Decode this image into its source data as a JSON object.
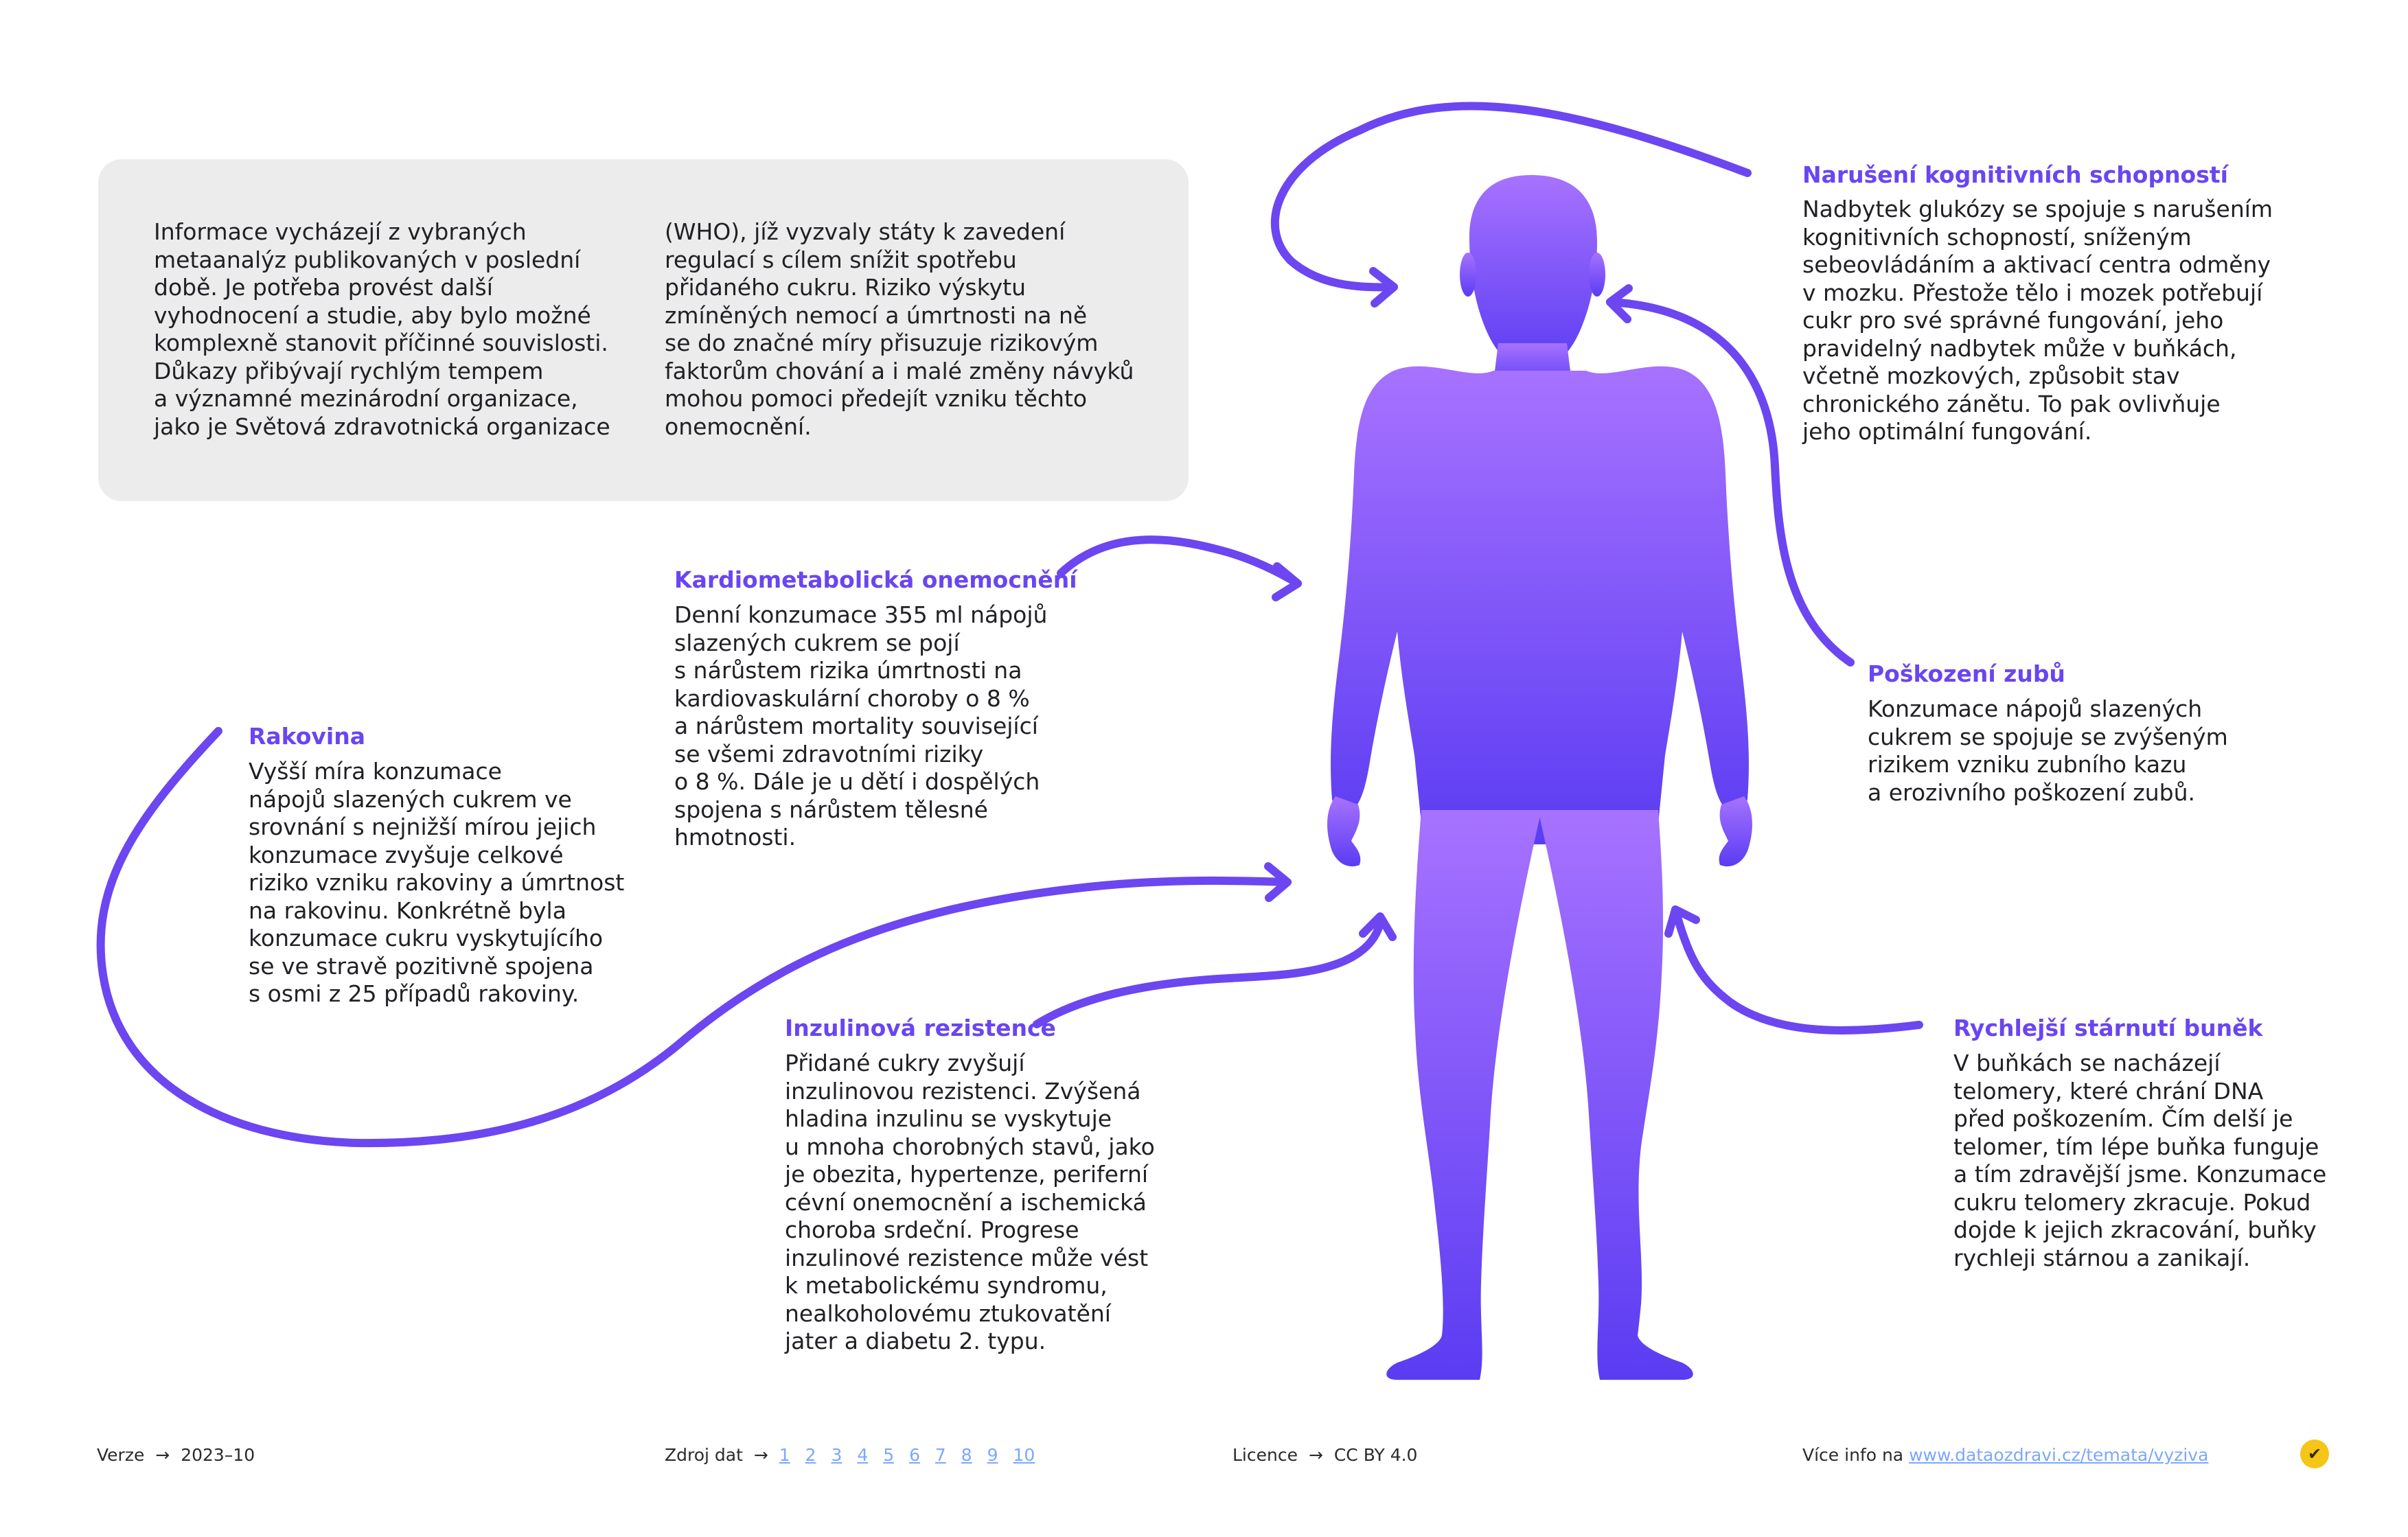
{
  "intro": {
    "col1": "Informace vycházejí z vybraných\nmetaanalýz publikovaných v poslední\ndobě. Je potřeba provést další\nvyhodnocení a studie, aby bylo možné\nkomplexně stanovit příčinné souvislosti.\nDůkazy přibývají rychlým tempem\na významné mezinárodní organizace,\njako je Světová zdravotnická organizace",
    "col2": "(WHO), jíž vyzvaly státy k zavedení\nregulací s cílem snížit spotřebu\npřidaného cukru. Riziko výskytu\nzmíněných nemocí a úmrtnosti na ně\nse do značné míry přisuzuje rizikovým\nfaktorům chování a i malé změny návyků\nmohou pomoci předejít vzniku těchto\nonemocnění."
  },
  "effects": {
    "cognitive": {
      "title": "Narušení kognitivních schopností",
      "text": "Nadbytek glukózy se spojuje s narušením\nkognitivních schopností, sníženým\nsebeovládáním a aktivací centra odměny\nv mozku. Přestože tělo i mozek potřebují\ncukr pro své správné fungování, jeho\npravidelný nadbytek může v buňkách,\nvčetně mozkových, způsobit stav\nchronického zánětu. To pak ovlivňuje\njeho optimální fungování."
    },
    "cardio": {
      "title": "Kardiometabolická onemocnění",
      "text": "Denní konzumace 355 ml nápojů\nslazených cukrem se pojí\ns nárůstem rizika úmrtnosti na\nkardiovaskulární choroby o 8 %\na nárůstem mortality související\nse všemi zdravotními riziky\no 8 %. Dále je u dětí i dospělých\nspojena s nárůstem tělesné\nhmotnosti."
    },
    "teeth": {
      "title": "Poškození zubů",
      "text": "Konzumace nápojů slazených\ncukrem se spojuje se zvýšeným\nrizikem vzniku zubního kazu\na erozivního poškození zubů."
    },
    "cancer": {
      "title": "Rakovina",
      "text": "Vyšší míra konzumace\nnápojů slazených cukrem ve\nsrovnání s nejnižší mírou jejich\nkonzumace zvyšuje celkové\nriziko vzniku rakoviny a úmrtnost\nna rakovinu. Konkrétně byla\nkonzumace cukru vyskytujícího\nse ve stravě pozitivně spojena\ns osmi z 25 případů rakoviny."
    },
    "insulin": {
      "title": "Inzulinová rezistence",
      "text": "Přidané cukry zvyšují\ninzulinovou rezistenci. Zvýšená\nhladina inzulinu se vyskytuje\nu mnoha chorobných stavů, jako\nje obezita, hypertenze, periferní\ncévní onemocnění a ischemická\nchoroba srdeční. Progrese\ninzulinové rezistence může vést\nk metabolickému syndromu,\nnealkoholovému ztukovatění\njater a diabetu 2. typu."
    },
    "aging": {
      "title": "Rychlejší stárnutí buněk",
      "text": "V buňkách se nacházejí\ntelomery, které chrání DNA\npřed poškozením. Čím delší je\ntelomer, tím lépe buňka funguje\na tím zdravější jsme. Konzumace\ncukru telomery zkracuje. Pokud\ndojde k jejich zkracování, buňky\nrychleji stárnou a zanikají."
    }
  },
  "footer": {
    "version_label": "Verze",
    "version_value": "2023–10",
    "sources_label": "Zdroj dat",
    "sources": [
      "1",
      "2",
      "3",
      "4",
      "5",
      "6",
      "7",
      "8",
      "9",
      "10"
    ],
    "license_label": "Licence",
    "license_value": "CC BY 4.0",
    "more_label": "Více info na",
    "more_link": "www.dataozdravi.cz/temata/vyziva",
    "arrow": "→"
  },
  "colors": {
    "accent": "#6a45f2",
    "arrow": "#6c46f0",
    "figure_top": "#a772ff",
    "figure_bottom": "#5b3cf2",
    "box": "#ececed",
    "link": "#7aa8ff",
    "logo": "#f5c518"
  },
  "icons": {
    "arrow": "arrow-right-icon",
    "logo": "logo-icon"
  }
}
